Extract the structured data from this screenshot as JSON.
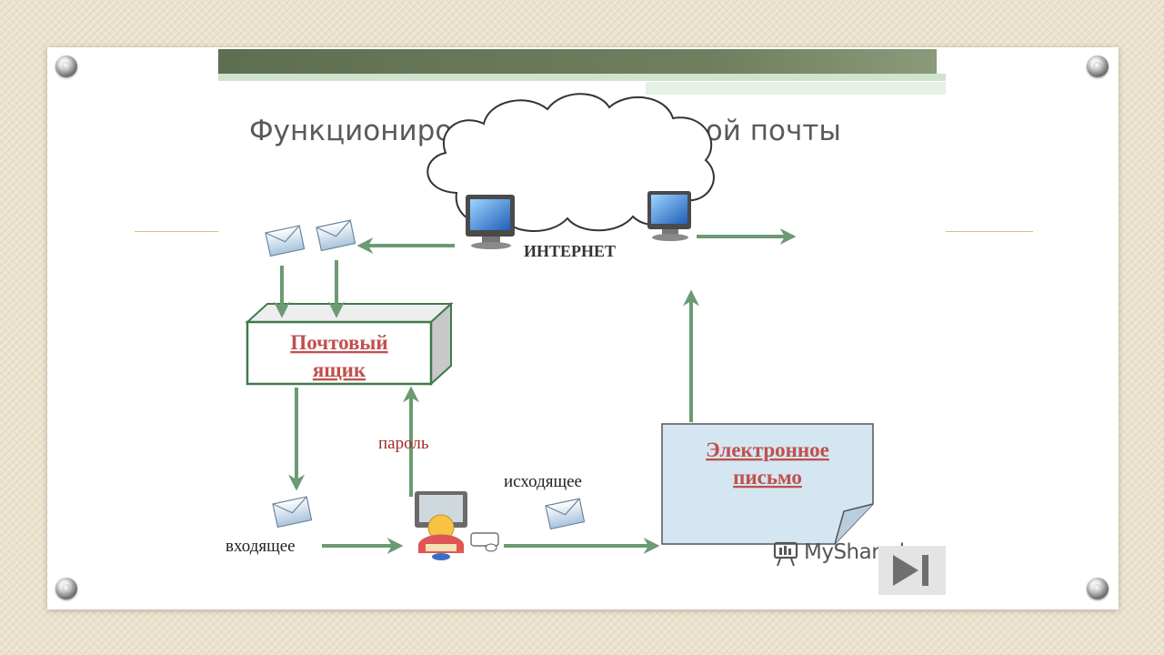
{
  "slide": {
    "title": "Функционирование электронной почты"
  },
  "diagram": {
    "internet": "ИНТЕРНЕТ",
    "mailbox_line1": "Почтовый",
    "mailbox_line2": "ящик",
    "letter_line1": "Электронное",
    "letter_line2": "письмо",
    "password": "пароль",
    "incoming": "входящее",
    "outgoing": "исходящее"
  },
  "watermark": {
    "text": "MyShared"
  },
  "colors": {
    "arrow": "#6b9a73",
    "accent_red": "#c0504d",
    "letter_fill": "#d4e6f1",
    "header_bar": "#6f7f5f"
  }
}
